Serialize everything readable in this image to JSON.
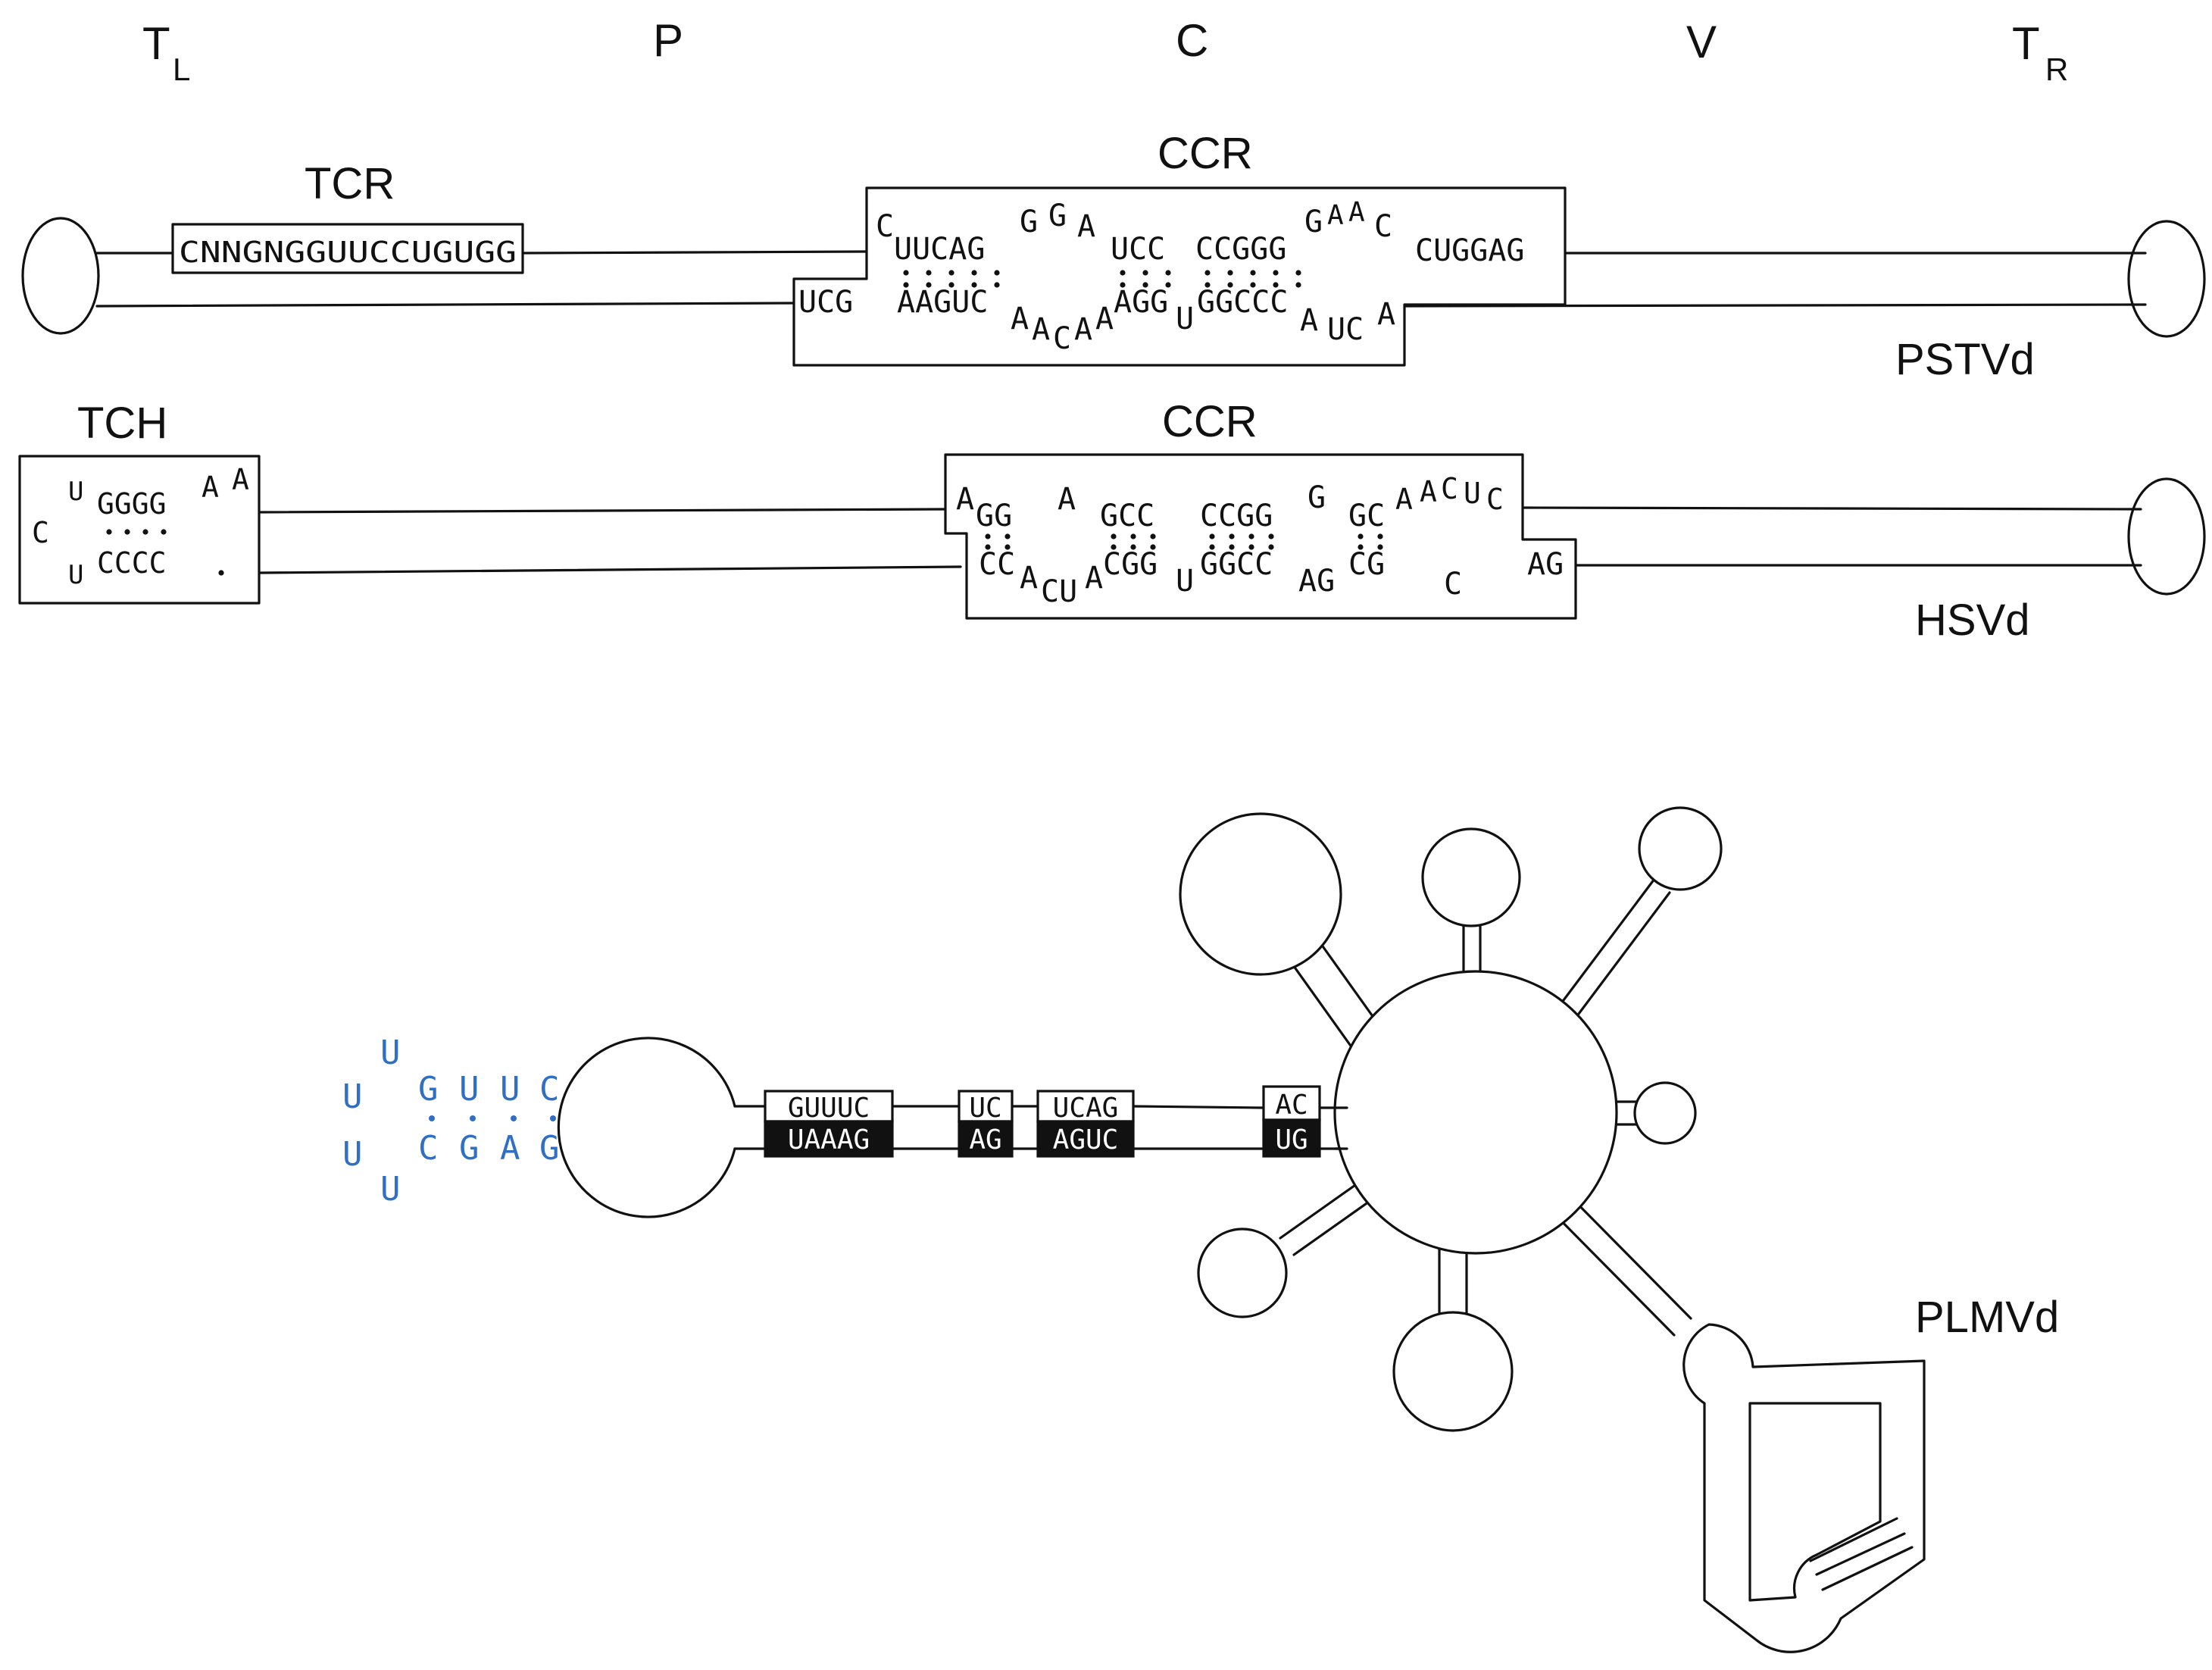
{
  "domain_labels": {
    "tl": "T",
    "tl_sub": "L",
    "p": "P",
    "c": "C",
    "v": "V",
    "tr": "T",
    "tr_sub": "R"
  },
  "pstvd": {
    "name": "PSTVd",
    "tcr_label": "TCR",
    "tcr_seq": "CNNGNGGUUCCUGUGG",
    "ccr_label": "CCR",
    "top": {
      "c": "C",
      "uucag": "UUCAG",
      "g1": "G",
      "g2": "G",
      "a1": "A",
      "ucc": "UCC",
      "ccggg": "CCGGG",
      "g3": "G",
      "a2": "A",
      "a3": "A",
      "c2": "C",
      "cuggag": "CUGGAG"
    },
    "bottom": {
      "ucg": "UCG",
      "aaguc": "AAGUC",
      "a4": "A",
      "a5": "A",
      "c3": "C",
      "a6": "A",
      "a7": "A",
      "agg": "AGG",
      "u1": "U",
      "ggccc": "GGCCC",
      "a8": "A",
      "uc": "UC",
      "a9": "A"
    }
  },
  "hsvd": {
    "name": "HSVd",
    "tch_label": "TCH",
    "tch": {
      "u1": "U",
      "gggg": "GGGG",
      "a1": "A",
      "a2": "A",
      "c1": "C",
      "u2": "U",
      "cccc": "CCCC"
    },
    "ccr_label": "CCR",
    "top": {
      "a1": "A",
      "gg": "GG",
      "a2": "A",
      "gcc": "GCC",
      "ccgg": "CCGG",
      "g": "G",
      "gc": "GC",
      "a3": "A",
      "a4": "A",
      "c": "C",
      "u": "U",
      "c2": "C"
    },
    "bottom": {
      "cc": "CC",
      "a5": "A",
      "cu": "CU",
      "a6": "A",
      "cgg": "CGG",
      "u2": "U",
      "ggcc": "GGCC",
      "ag1": "AG",
      "cg": "CG",
      "c3": "C",
      "ag2": "AG"
    }
  },
  "plmvd": {
    "name": "PLMVd",
    "hairpin": {
      "u1": "U",
      "u2": "U",
      "u3": "U",
      "u4": "U",
      "g": "G",
      "u5": "U",
      "u6": "U",
      "c": "C",
      "c2": "C",
      "g2": "G",
      "a": "A",
      "g3": "G"
    },
    "boxes": [
      {
        "top": "GUUUC",
        "bottom": "UAAAG"
      },
      {
        "top": "UC",
        "bottom": "AG"
      },
      {
        "top": "UCAG",
        "bottom": "AGUC"
      },
      {
        "top": "AC",
        "bottom": "UG"
      }
    ]
  }
}
